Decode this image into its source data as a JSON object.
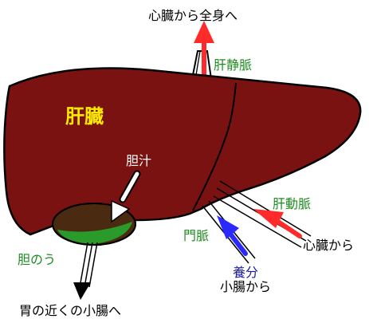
{
  "labels": {
    "to_whole_body": "心臓から全身へ",
    "hepatic_vein": "肝静脈",
    "liver": "肝臓",
    "bile": "胆汁",
    "hepatic_artery": "肝動脈",
    "portal_vein": "門脈",
    "from_heart": "心臓から",
    "gallbladder": "胆のう",
    "nutrients": "養分",
    "from_small_intestine": "小腸から",
    "to_small_intestine": "胃の近くの小腸へ"
  },
  "colors": {
    "liver": "#7a1212",
    "gallbladder_fill": "#4a2a10",
    "bile_green": "#2a9a2a",
    "green_label": "#1f8d1f",
    "yellow_label": "#ffea00",
    "artery_arrow": "#ff2a2a",
    "vein_arrow": "#ff2a2a",
    "portal_arrow": "#2a2aff",
    "nutrients_label": "#1b1ba8",
    "outline": "#000000"
  }
}
